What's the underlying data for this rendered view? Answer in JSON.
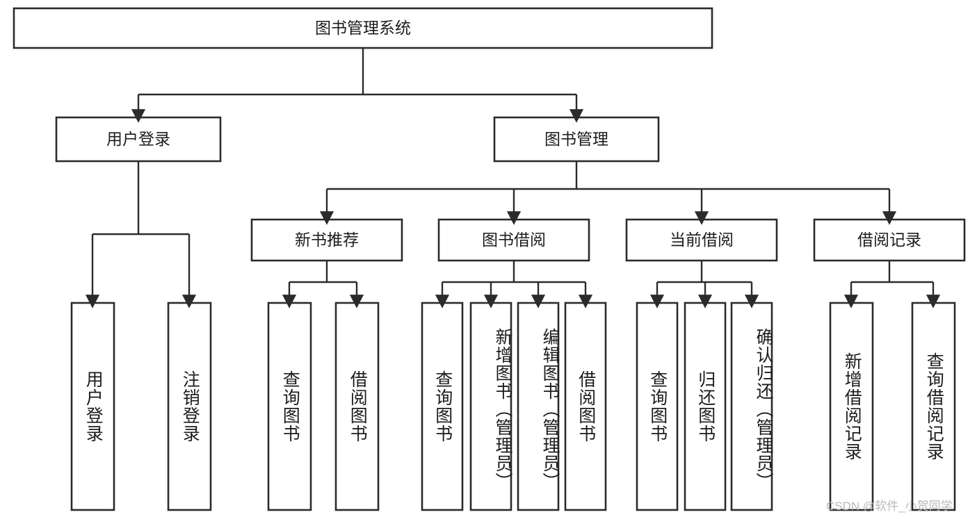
{
  "diagram": {
    "title": "图书管理系统",
    "type": "hierarchy-tree",
    "root": {
      "label": "图书管理系统",
      "name": "node-root-book-management-system"
    },
    "level2": [
      {
        "label": "用户登录",
        "name": "node-user-login"
      },
      {
        "label": "图书管理",
        "name": "node-book-management"
      }
    ],
    "level3": [
      {
        "label": "新书推荐",
        "name": "node-new-book-recommend"
      },
      {
        "label": "图书借阅",
        "name": "node-book-borrow"
      },
      {
        "label": "当前借阅",
        "name": "node-current-borrow"
      },
      {
        "label": "借阅记录",
        "name": "node-borrow-record"
      }
    ],
    "leaves": [
      {
        "label": "用户登录",
        "name": "leaf-user-login",
        "parent": "用户登录"
      },
      {
        "label": "注销登录",
        "name": "leaf-logout",
        "parent": "用户登录"
      },
      {
        "label": "查询图书",
        "name": "leaf-query-book-recommend",
        "parent": "新书推荐"
      },
      {
        "label": "借阅图书",
        "name": "leaf-borrow-book-recommend",
        "parent": "新书推荐"
      },
      {
        "label": "查询图书",
        "name": "leaf-query-book-borrow",
        "parent": "图书借阅"
      },
      {
        "label": "新增图书（管理员）",
        "name": "leaf-add-book-admin",
        "parent": "图书借阅"
      },
      {
        "label": "编辑图书（管理员）",
        "name": "leaf-edit-book-admin",
        "parent": "图书借阅"
      },
      {
        "label": "借阅图书",
        "name": "leaf-borrow-book",
        "parent": "图书借阅"
      },
      {
        "label": "查询图书",
        "name": "leaf-query-book-current",
        "parent": "当前借阅"
      },
      {
        "label": "归还图书",
        "name": "leaf-return-book",
        "parent": "当前借阅"
      },
      {
        "label": "确认归还（管理员）",
        "name": "leaf-confirm-return-admin",
        "parent": "当前借阅"
      },
      {
        "label": "新增借阅记录",
        "name": "leaf-add-borrow-record",
        "parent": "借阅记录"
      },
      {
        "label": "查询借阅记录",
        "name": "leaf-query-borrow-record",
        "parent": "借阅记录"
      }
    ]
  },
  "watermark": {
    "text": "CSDN @软件_小贺同学"
  },
  "colors": {
    "stroke": "#2b2b2b",
    "fill": "#ffffff",
    "text": "#1c1c1c",
    "watermark": "#b9b9b9"
  }
}
